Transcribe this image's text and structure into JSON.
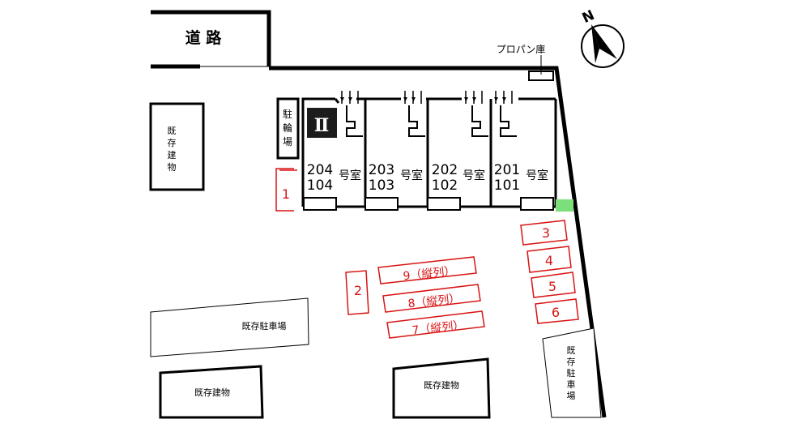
{
  "road": {
    "label": "道 路"
  },
  "propane": {
    "label": "プロパン庫"
  },
  "compass": {
    "north_label": "N"
  },
  "bicycle_parking": {
    "label": "駐輪場"
  },
  "building_mark": {
    "label": "Ⅱ"
  },
  "units": [
    {
      "upper": "204",
      "lower": "104",
      "suffix": "号室"
    },
    {
      "upper": "203",
      "lower": "103",
      "suffix": "号室"
    },
    {
      "upper": "202",
      "lower": "102",
      "suffix": "号室"
    },
    {
      "upper": "201",
      "lower": "101",
      "suffix": "号室"
    }
  ],
  "parking_spaces": [
    "1",
    "2",
    "3",
    "4",
    "5",
    "6",
    "7（縦列）",
    "8（縦列）",
    "9（縦列）"
  ],
  "existing": {
    "building_left": "既存建物",
    "parking_left": "既存駐車場",
    "building_bottom_left": "既存建物",
    "building_bottom_center": "既存建物",
    "parking_right": "既存駐車場"
  },
  "colors": {
    "parking": "#d81414",
    "green_patch": "#7be07b",
    "black": "#000000"
  }
}
